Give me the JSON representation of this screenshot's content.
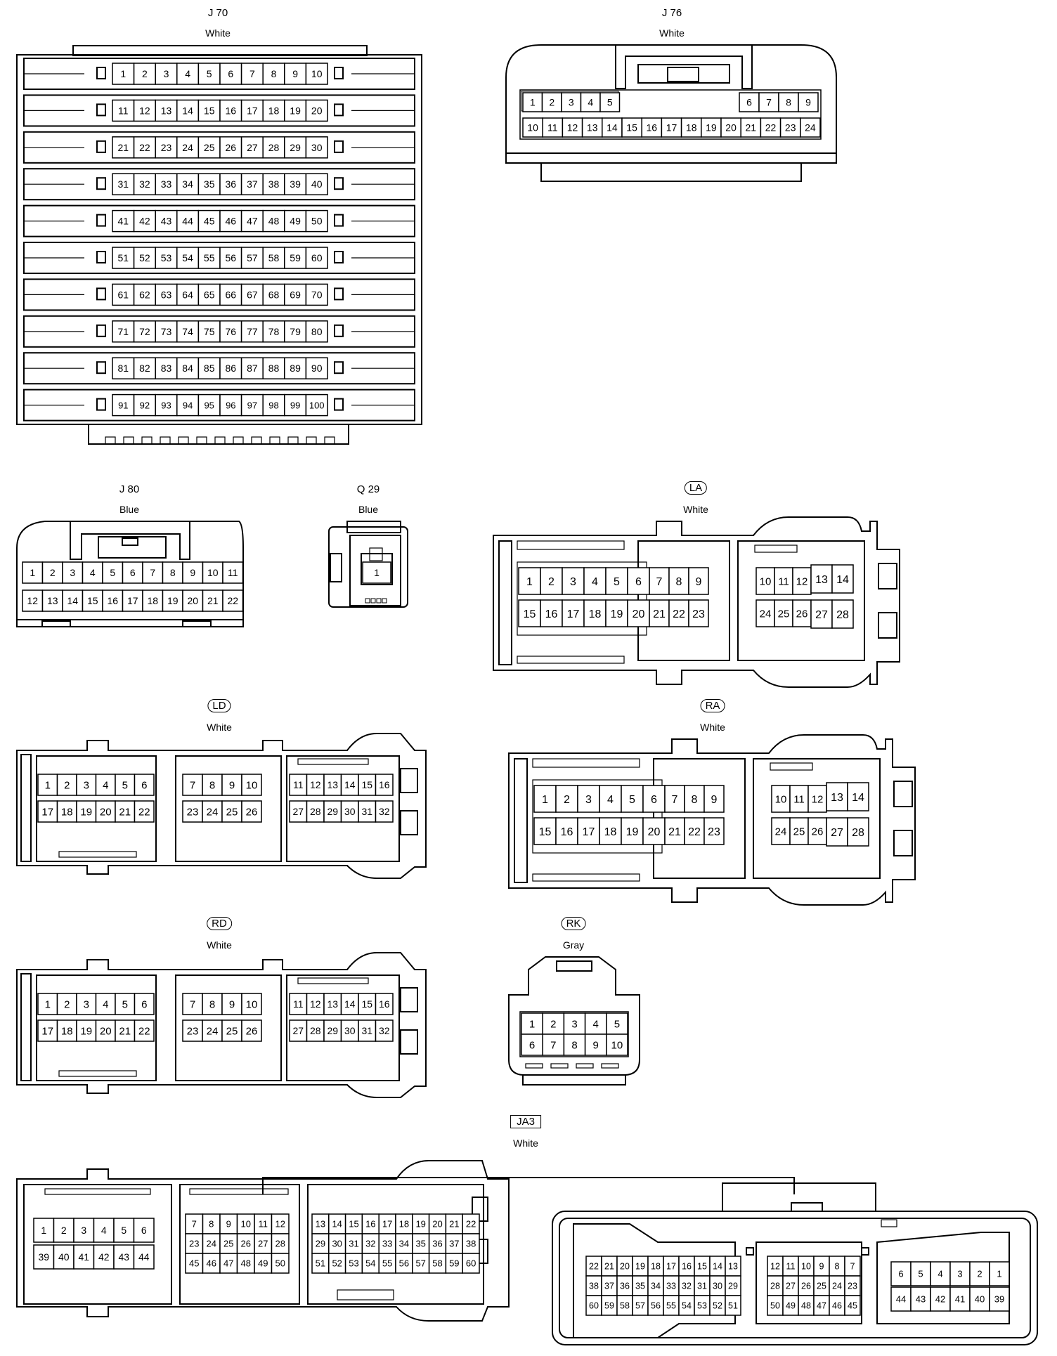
{
  "connectors": [
    {
      "id": "J70",
      "label": "J 70",
      "color": "White",
      "badge": "none",
      "pins": [
        [
          1,
          2,
          3,
          4,
          5,
          6,
          7,
          8,
          9,
          10
        ],
        [
          11,
          12,
          13,
          14,
          15,
          16,
          17,
          18,
          19,
          20
        ],
        [
          21,
          22,
          23,
          24,
          25,
          26,
          27,
          28,
          29,
          30
        ],
        [
          31,
          32,
          33,
          34,
          35,
          36,
          37,
          38,
          39,
          40
        ],
        [
          41,
          42,
          43,
          44,
          45,
          46,
          47,
          48,
          49,
          50
        ],
        [
          51,
          52,
          53,
          54,
          55,
          56,
          57,
          58,
          59,
          60
        ],
        [
          61,
          62,
          63,
          64,
          65,
          66,
          67,
          68,
          69,
          70
        ],
        [
          71,
          72,
          73,
          74,
          75,
          76,
          77,
          78,
          79,
          80
        ],
        [
          81,
          82,
          83,
          84,
          85,
          86,
          87,
          88,
          89,
          90
        ],
        [
          91,
          92,
          93,
          94,
          95,
          96,
          97,
          98,
          99,
          100
        ]
      ]
    },
    {
      "id": "J76",
      "label": "J 76",
      "color": "White",
      "badge": "none",
      "pins": [
        [
          1,
          2,
          3,
          4,
          5,
          6,
          7,
          8,
          9
        ],
        [
          10,
          11,
          12,
          13,
          14,
          15,
          16,
          17,
          18,
          19,
          20,
          21,
          22,
          23,
          24
        ]
      ]
    },
    {
      "id": "J80",
      "label": "J 80",
      "color": "Blue",
      "badge": "none",
      "pins": [
        [
          1,
          2,
          3,
          4,
          5,
          6,
          7,
          8,
          9,
          10,
          11
        ],
        [
          12,
          13,
          14,
          15,
          16,
          17,
          18,
          19,
          20,
          21,
          22
        ]
      ]
    },
    {
      "id": "Q29",
      "label": "Q 29",
      "color": "Blue",
      "badge": "none",
      "pins": [
        [
          1
        ]
      ]
    },
    {
      "id": "LA",
      "label": "LA",
      "color": "White",
      "badge": "oval",
      "pins": [
        [
          1,
          2,
          3,
          4,
          5,
          6
        ],
        [
          15,
          16,
          17,
          18,
          19,
          20
        ],
        [
          7,
          8,
          9
        ],
        [
          21,
          22,
          23
        ],
        [
          10,
          11,
          12,
          13,
          14
        ],
        [
          24,
          25,
          26,
          27,
          28
        ]
      ]
    },
    {
      "id": "LD",
      "label": "LD",
      "color": "White",
      "badge": "oval",
      "pins": [
        [
          1,
          2,
          3,
          4,
          5,
          6
        ],
        [
          17,
          18,
          19,
          20,
          21,
          22
        ],
        [
          7,
          8,
          9,
          10
        ],
        [
          23,
          24,
          25,
          26
        ],
        [
          11,
          12,
          13,
          14,
          15,
          16
        ],
        [
          27,
          28,
          29,
          30,
          31,
          32
        ]
      ]
    },
    {
      "id": "RA",
      "label": "RA",
      "color": "White",
      "badge": "oval",
      "pins": [
        [
          1,
          2,
          3,
          4,
          5,
          6
        ],
        [
          15,
          16,
          17,
          18,
          19,
          20
        ],
        [
          7,
          8,
          9
        ],
        [
          21,
          22,
          23
        ],
        [
          10,
          11,
          12,
          13,
          14
        ],
        [
          24,
          25,
          26,
          27,
          28
        ]
      ]
    },
    {
      "id": "RD",
      "label": "RD",
      "color": "White",
      "badge": "oval",
      "pins": [
        [
          1,
          2,
          3,
          4,
          5,
          6
        ],
        [
          17,
          18,
          19,
          20,
          21,
          22
        ],
        [
          7,
          8,
          9,
          10
        ],
        [
          23,
          24,
          25,
          26
        ],
        [
          11,
          12,
          13,
          14,
          15,
          16
        ],
        [
          27,
          28,
          29,
          30,
          31,
          32
        ]
      ]
    },
    {
      "id": "RK",
      "label": "RK",
      "color": "Gray",
      "badge": "oval",
      "pins": [
        [
          1,
          2,
          3,
          4,
          5
        ],
        [
          6,
          7,
          8,
          9,
          10
        ]
      ]
    },
    {
      "id": "JA3",
      "label": "JA3",
      "color": "White",
      "badge": "box",
      "pins": [
        [
          1,
          2,
          3,
          4,
          5,
          6
        ],
        [
          39,
          40,
          41,
          42,
          43,
          44
        ],
        [
          7,
          8,
          9,
          10,
          11,
          12
        ],
        [
          23,
          24,
          25,
          26,
          27,
          28
        ],
        [
          45,
          46,
          47,
          48,
          49,
          50
        ],
        [
          13,
          14,
          15,
          16,
          17,
          18,
          19,
          20,
          21,
          22
        ],
        [
          29,
          30,
          31,
          32,
          33,
          34,
          35,
          36,
          37,
          38
        ],
        [
          51,
          52,
          53,
          54,
          55,
          56,
          57,
          58,
          59,
          60
        ]
      ],
      "pins_mating": [
        [
          22,
          21,
          20,
          19,
          18,
          17,
          16,
          15,
          14,
          13
        ],
        [
          38,
          37,
          36,
          35,
          34,
          33,
          32,
          31,
          30,
          29
        ],
        [
          60,
          59,
          58,
          57,
          56,
          55,
          54,
          53,
          52,
          51
        ],
        [
          12,
          11,
          10,
          9,
          8,
          7
        ],
        [
          28,
          27,
          26,
          25,
          24,
          23
        ],
        [
          50,
          49,
          48,
          47,
          46,
          45
        ],
        [
          6,
          5,
          4,
          3,
          2,
          1
        ],
        [
          44,
          43,
          42,
          41,
          40,
          39
        ]
      ]
    }
  ]
}
